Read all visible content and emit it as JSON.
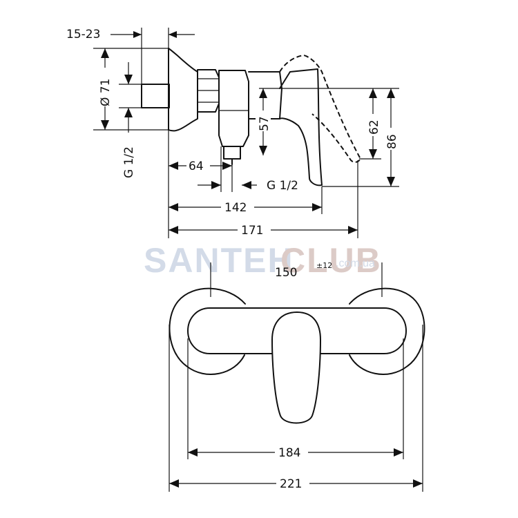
{
  "watermark": {
    "brand_part1": "SANTEH",
    "brand_part2": "CLUB",
    "domain": ".com.ua",
    "color1": "#cfd8e6",
    "color2": "#d9c6c2"
  },
  "side_view": {
    "dim_15_23": "15-23",
    "dim_d71": "Ø 71",
    "dim_g12_left": "G 1/2",
    "dim_57": "57",
    "dim_62": "62",
    "dim_86": "86",
    "dim_64": "64",
    "dim_g12_bottom": "G 1/2",
    "dim_142": "142",
    "dim_171": "171"
  },
  "front_view": {
    "dim_150": "150",
    "dim_tol": "±12",
    "dim_184": "184",
    "dim_221": "221"
  }
}
